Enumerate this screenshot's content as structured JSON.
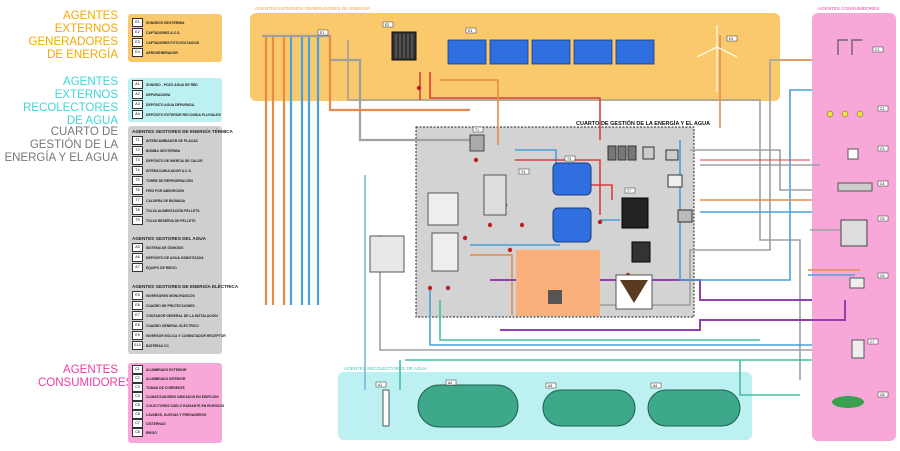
{
  "headings": {
    "generadores": "AGENTES EXTERNOS GENERADORES DE ENERGÍA",
    "recolectores": "AGENTES EXTERNOS RECOLECTORES DE AGUA",
    "cuarto": "CUARTO DE GESTIÓN DE LA ENERGÍA Y EL AGUA",
    "consumidores": "AGENTES CONSUMIDORES"
  },
  "zones": {
    "generadores": "AGENTES EXTERNOS GENERADORES DE ENERGÍA",
    "consumidores": "AGENTES CONSUMIDORES",
    "cuarto": "CUARTO DE GESTIÓN DE LA ENERGÍA Y EL AGUA",
    "recolectores": "AGENTES RECOLECTORES DE AGUA"
  },
  "legend": {
    "generadores": [
      {
        "code": "E1",
        "label": "SONDEOS GEOTERMIA"
      },
      {
        "code": "E2",
        "label": "CAPTADORES A.C.S."
      },
      {
        "code": "E3",
        "label": "CAPTADORES FOTOVOLTAICOS"
      },
      {
        "code": "E4",
        "label": "AEROGENERADOR"
      }
    ],
    "recolectores": [
      {
        "code": "A1",
        "label": "SONDEO - POZO AGUA DE RED"
      },
      {
        "code": "A2",
        "label": "DEPURADORA"
      },
      {
        "code": "A3",
        "label": "DEPÓSITO AGUA DEPURADA"
      },
      {
        "code": "A4",
        "label": "DEPÓSITO EXTERIOR RECOGIDA PLUVIALES"
      }
    ],
    "termica_title": "AGENTES GESTORES DE ENERGÍA TÉRMICA",
    "termica": [
      {
        "code": "T1",
        "label": "INTERCAMBIADOR DE PLACAS"
      },
      {
        "code": "T2",
        "label": "BOMBA GEOTERMIA"
      },
      {
        "code": "T3",
        "label": "DEPÓSITO DE INERCIA DE CALOR"
      },
      {
        "code": "T4",
        "label": "INTERACUMULADOR A.C.S."
      },
      {
        "code": "T5",
        "label": "TORRE DE REFRIGERACIÓN"
      },
      {
        "code": "T6",
        "label": "FRÍO POR ABSORCIÓN"
      },
      {
        "code": "T7",
        "label": "CALDERA DE BIOMASA"
      },
      {
        "code": "T8",
        "label": "TOLVA ALIMENTACIÓN PELLETS"
      },
      {
        "code": "T9",
        "label": "TOLVA RESERVA DE PELLETS"
      }
    ],
    "agua_title": "AGENTES GESTORES DEL AGUA",
    "agua": [
      {
        "code": "A5",
        "label": "SISTEMA DE ÓSMOSIS"
      },
      {
        "code": "A6",
        "label": "DEPÓSITO DE AGUA OSMOTIZADA"
      },
      {
        "code": "A7",
        "label": "EQUIPO DE RIEGO"
      }
    ],
    "electrica_title": "AGENTES GESTORES DE ENERGÍA ELÉCTRICA",
    "electrica": [
      {
        "code": "E5",
        "label": "INVERSORES MONOFÁSICOS"
      },
      {
        "code": "E6",
        "label": "CUADRO DE PROTECCIONES"
      },
      {
        "code": "E7",
        "label": "CONTADOR GENERAL DE LA INSTALACIÓN"
      },
      {
        "code": "E8",
        "label": "CUADRO GENERAL ELÉCTRICO"
      },
      {
        "code": "E9",
        "label": "INVERSOR EÓLICA Y CONMUTADOR RECEPTOR"
      },
      {
        "code": "E10",
        "label": "BATERÍAS CC"
      }
    ],
    "consumidores": [
      {
        "code": "C1",
        "label": "ALUMBRADO EXTERIOR"
      },
      {
        "code": "C2",
        "label": "ALUMBRADO INTERIOR"
      },
      {
        "code": "C3",
        "label": "TOMAS DE CORRIENTE"
      },
      {
        "code": "C4",
        "label": "CLIMATIZADORES UBICADOS EN EDIFICIOS"
      },
      {
        "code": "C5",
        "label": "COLECTORES SUELO RADIANTE EN EDIFICIOS"
      },
      {
        "code": "C6",
        "label": "LAVABOS, DUCHAS Y FREGADEROS"
      },
      {
        "code": "C7",
        "label": "CISTERNAS"
      },
      {
        "code": "C8",
        "label": "RIEGO"
      }
    ]
  },
  "tags": {
    "e1": "E1",
    "e2": "E2",
    "e3": "E3",
    "e4": "E4",
    "c1": "C1",
    "c2": "C2",
    "c3": "C3",
    "c4": "C4",
    "c5": "C5",
    "c6": "C6",
    "c7": "C7",
    "c8": "C8",
    "a1": "A1",
    "a2": "A2",
    "a3": "A3",
    "a4": "A4",
    "t1": "T1",
    "t3": "T3",
    "t4": "T4",
    "t7": "T7"
  },
  "colors": {
    "yellow": "#f9c96b",
    "cyan": "#bdf0f0",
    "pink": "#f8a8d8",
    "gray": "#cfcfcf",
    "orange_pipe": "#e88a4a",
    "blue_pipe": "#4aa0d8",
    "red_pipe": "#d84040",
    "purple_pipe": "#9040b0",
    "green_pipe": "#40c0a0"
  }
}
